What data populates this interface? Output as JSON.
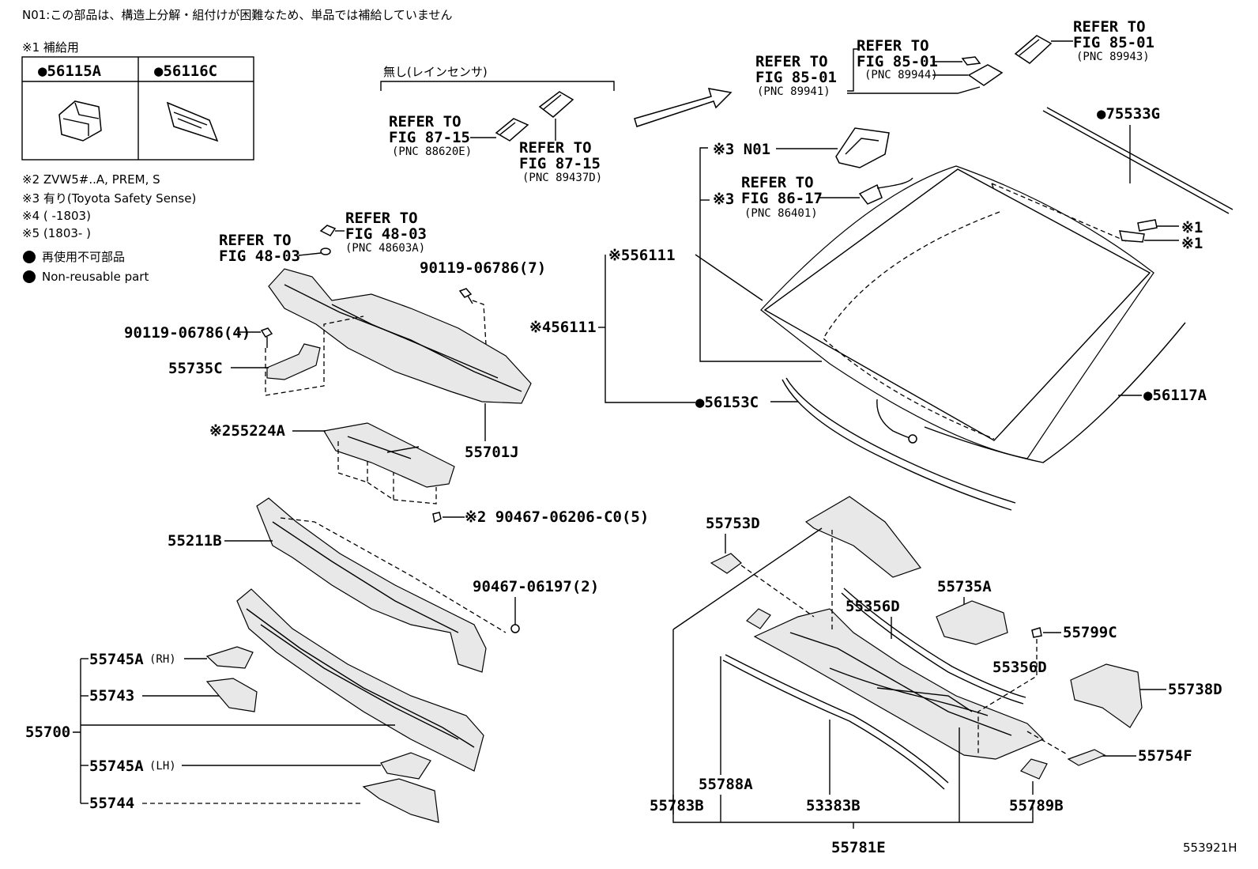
{
  "header_note": "N01:この部品は、構造上分解・組付けが困難なため、単品では補給していません",
  "legend": {
    "supply_title": "※1 補給用",
    "supply_parts": [
      "●56115A",
      "●56116C"
    ],
    "notes": [
      "※2 ZVW5#..A, PREM, S",
      "※3 有り(Toyota Safety Sense)",
      "※4 (      -1803)",
      "※5 (1803-      )"
    ],
    "nonreusable_jp": "再使用不可部品",
    "nonreusable_en": "Non-reusable part"
  },
  "rain_sensor_header": "無し(レインセンサ)",
  "refs": {
    "r_8715a": [
      "REFER TO",
      "FIG 87-15",
      "(PNC 88620E)"
    ],
    "r_8715b": [
      "REFER TO",
      "FIG 87-15",
      "(PNC 89437D)"
    ],
    "r_4803a": [
      "REFER TO",
      "FIG 48-03",
      "(PNC 48603A)"
    ],
    "r_4803b": [
      "REFER TO",
      "FIG 48-03"
    ],
    "r_8501a": [
      "REFER TO",
      "FIG 85-01",
      "(PNC 89941)"
    ],
    "r_8501b": [
      "REFER TO",
      "FIG 85-01",
      "(PNC 89944)"
    ],
    "r_8501c": [
      "REFER TO",
      "FIG 85-01",
      "(PNC 89943)"
    ],
    "r_8617": [
      "REFER TO",
      "FIG 86-17",
      "(PNC 86401)"
    ]
  },
  "labels": {
    "p90119_7": "90119-06786(7)",
    "p90119_4": "90119-06786(4)",
    "p55735C": "55735C",
    "p55701J": "55701J",
    "p55224A": "※255224A",
    "p90467_5": "※2 90467-06206-C0(5)",
    "p55211B": "55211B",
    "p90467_2": "90467-06197(2)",
    "p55745A_rh": "55745A",
    "rh": "(RH)",
    "p55743": "55743",
    "p55700": "55700",
    "p55745A_lh": "55745A",
    "lh": "(LH)",
    "p55744": "55744",
    "p75533G": "●75533G",
    "pN01": "※3 N01",
    "ref_x3": "※3",
    "p56111_5": "※556111",
    "p56111_4": "※456111",
    "x1a": "※1",
    "x1b": "※1",
    "p56153C": "●56153C",
    "p56117A": "●56117A",
    "p55753D": "55753D",
    "p55735A": "55735A",
    "p55356D_a": "55356D",
    "p55799C": "55799C",
    "p55356D_b": "55356D",
    "p55738D": "55738D",
    "p55754F": "55754F",
    "p55783B": "55783B",
    "p55788A": "55788A",
    "p53383B": "53383B",
    "p55789B": "55789B",
    "p55781E": "55781E",
    "fig_id": "553921H"
  }
}
